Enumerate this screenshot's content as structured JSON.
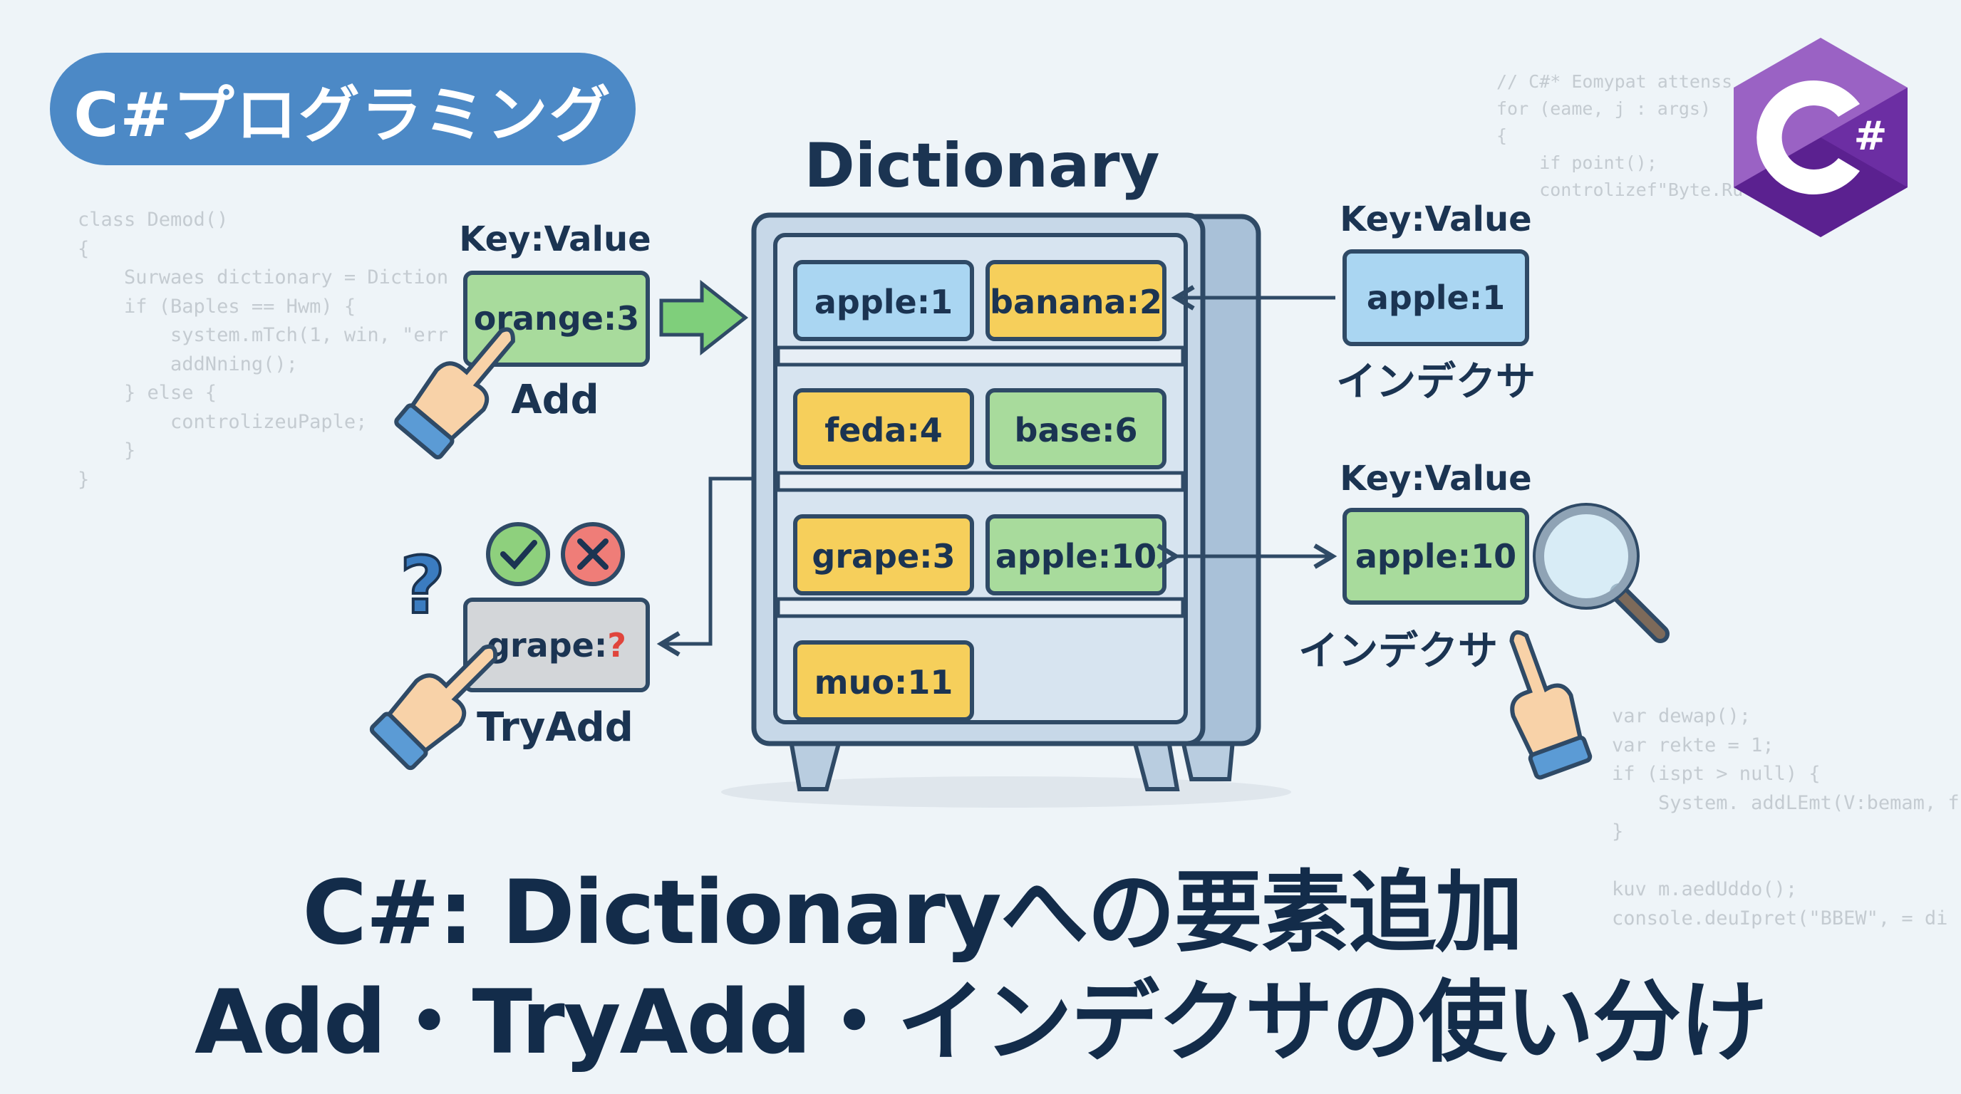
{
  "badge": {
    "label": "C#プログラミング"
  },
  "code_left": [
    "class Demod()",
    "{",
    "    Surwaes dictionary = Diction",
    "    if (Baples == Hwm) {",
    "        system.mTch(1, win, \"err",
    "        addNning();",
    "    } else {",
    "        controlizeuPaple;",
    "    }",
    "}"
  ],
  "code_right_top": [
    "// C#* Eomypat attenss",
    "for (eame, j : args)",
    "{",
    "    if point();",
    "    controlizef\"Byte.Ru"
  ],
  "code_right_bottom": [
    "var dewap();",
    "var rekte = 1;",
    "if (ispt > null) {",
    "    System. addLEmt(V:bemam, f",
    "}",
    "",
    "kuv m.aedUddo();",
    "console.deuIpret(\"BBEW\", = di"
  ],
  "dictionary": {
    "title": "Dictionary",
    "shelves": [
      [
        {
          "text": "apple:1",
          "color": "#aad6f2"
        },
        {
          "text": "banana:2",
          "color": "#f6cf5b"
        }
      ],
      [
        {
          "text": "feda:4",
          "color": "#f6cf5b"
        },
        {
          "text": "base:6",
          "color": "#a8db9c"
        }
      ],
      [
        {
          "text": "grape:3",
          "color": "#f6cf5b"
        },
        {
          "text": "apple:10",
          "color": "#a8db9c"
        }
      ],
      [
        {
          "text": "muo:11",
          "color": "#f6cf5b"
        }
      ]
    ]
  },
  "add": {
    "kv_label": "Key:Value",
    "item": "orange:3",
    "label": "Add"
  },
  "tryadd": {
    "question": "?",
    "item_key": "grape:",
    "item_q": "?",
    "label": "TryAdd"
  },
  "indexer_read": {
    "kv_label": "Key:Value",
    "item": "apple:1",
    "label": "インデクサ"
  },
  "indexer_write": {
    "kv_label": "Key:Value",
    "item": "apple:10",
    "label": "インデクサ"
  },
  "logo": {
    "text": "C#"
  },
  "headline": {
    "line1": "C#: Dictionaryへの要素追加",
    "line2": "Add・TryAdd・インデクサの使い分け"
  },
  "colors": {
    "navy": "#1b3452",
    "badge": "#4c89c6",
    "purple": "#7b3fa8"
  }
}
